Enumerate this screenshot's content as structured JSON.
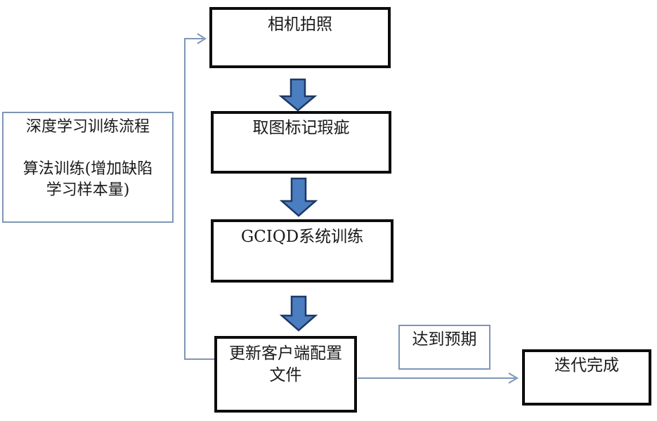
{
  "flowchart": {
    "nodes": {
      "camera": "相机拍照",
      "mark_defects": "取图标记瑕疵",
      "system_training": "GCIQD系统训练",
      "update_config": "更新客户端配置\n文件",
      "training_note": "深度学习训练流程\n\n算法训练(增加缺陷\n学习样本量)",
      "expectation_label": "达到预期",
      "iteration_done": "迭代完成"
    },
    "colors": {
      "background": "#ffffff",
      "text": "#1a1a1a",
      "thick_border": "#0d0d0d",
      "thin_border": "#7E96B6",
      "connector": "#7E97B5",
      "block_arrow_fill": "#4A7EC0",
      "block_arrow_stroke": "#1F3864"
    }
  }
}
